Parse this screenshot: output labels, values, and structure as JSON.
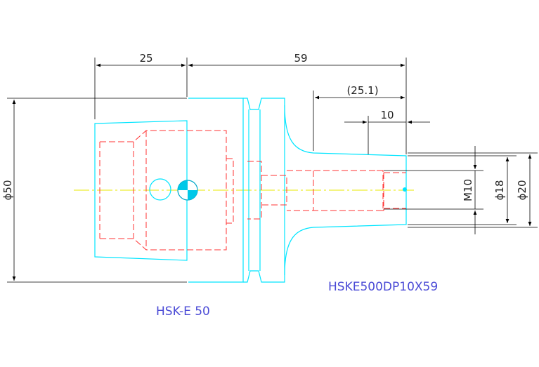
{
  "colors": {
    "outline": "#00e5ff",
    "hidden": "#ff3333",
    "centerline": "#e8e800",
    "dimension": "#000000",
    "label": "#4b4bd6"
  },
  "dimensions": {
    "length_left": "25",
    "length_total": "59",
    "length_bore": "(25.1)",
    "length_thread": "10",
    "diameter_body": "ϕ50",
    "thread": "M10",
    "diameter_inner": "ϕ18",
    "diameter_outer": "ϕ20"
  },
  "labels": {
    "part_number": "HSKE500DP10X59",
    "interface": "HSK-E 50"
  },
  "icons": {
    "center_mark": "center-of-gravity-icon"
  }
}
